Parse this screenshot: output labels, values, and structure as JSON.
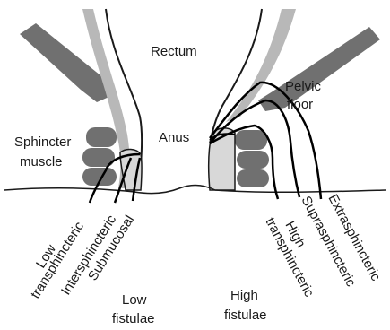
{
  "labels": {
    "rectum": "Rectum",
    "anus": "Anus",
    "pelvic_floor_line1": "Pelvic",
    "pelvic_floor_line2": "floor",
    "sphincter_line1": "Sphincter",
    "sphincter_line2": "muscle",
    "low_transphincteric_line1": "Low",
    "low_transphincteric_line2": "transphincteric",
    "intersphincteric": "Intersphincteric",
    "submucosal": "Submucosal",
    "high_transphincteric_line1": "High",
    "high_transphincteric_line2": "transphincteric",
    "suprasphincteric": "Suprasphincteric",
    "extrasphincteric": "Extrasphincteric",
    "low_fistulae_line1": "Low",
    "low_fistulae_line2": "fistulae",
    "high_fistulae_line1": "High",
    "high_fistulae_line2": "fistulae"
  },
  "colors": {
    "muscle_dark": "#707070",
    "lining_light": "#b8b8b8",
    "outline": "#1a1a1a",
    "tract": "#000000"
  }
}
